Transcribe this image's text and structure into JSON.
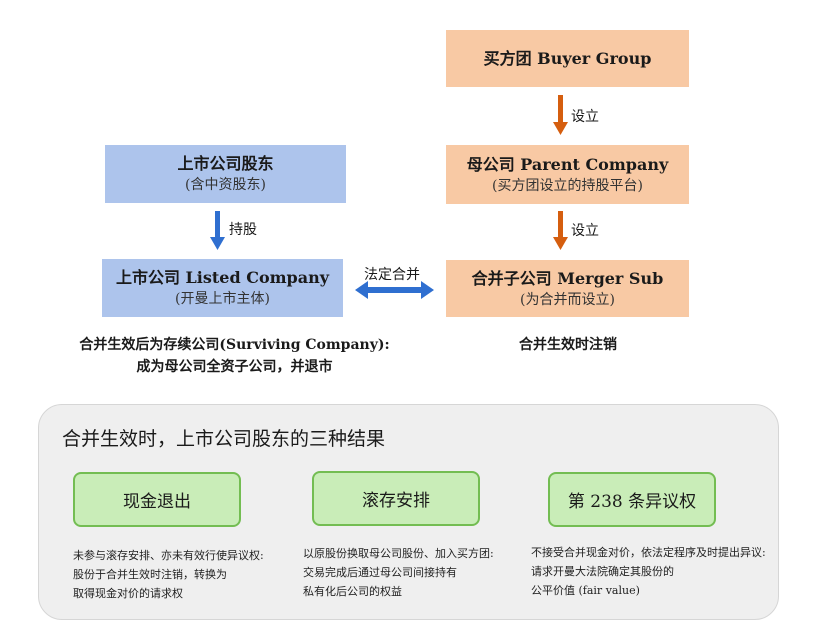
{
  "buyer_group": {
    "title": "买方团  Buyer Group"
  },
  "arrow_setup_1": "设立",
  "parent_company": {
    "title": "母公司  Parent Company",
    "subtitle": "(买方团设立的持股平台)"
  },
  "arrow_setup_2": "设立",
  "merger_sub": {
    "title": "合并子公司 Merger Sub",
    "subtitle": "(为合并而设立)"
  },
  "shareholders": {
    "title": "上市公司股东",
    "subtitle": "(含中资股东)"
  },
  "arrow_holding": "持股",
  "listed_company": {
    "title": "上市公司 Listed Company",
    "subtitle": "(开曼上市主体)"
  },
  "statutory_merger": "法定合并",
  "listed_note": [
    "合并生效后为存续公司(Surviving Company):",
    "成为母公司全资子公司，并退市"
  ],
  "merger_sub_note": "合并生效时注销",
  "outcomes": {
    "title": "合并生效时，上市公司股东的三种结果",
    "items": [
      {
        "label": "现金退出",
        "desc": [
          "未参与滚存安排、亦未有效行使异议权:",
          "股份于合并生效时注销，转换为",
          "取得现金对价的请求权"
        ]
      },
      {
        "label": "滚存安排",
        "desc": [
          "以原股份换取母公司股份、加入买方团:",
          "交易完成后通过母公司间接持有",
          "私有化后公司的权益"
        ]
      },
      {
        "label": "第 238 条异议权",
        "desc": [
          "不接受合并现金对价，依法定程序及时提出异议:",
          "请求开曼大法院确定其股份的",
          "公平价值    (fair value)"
        ]
      }
    ]
  },
  "colors": {
    "orange_box": "#f8c9a4",
    "blue_box": "#adc4ec",
    "arrow_orange": "#d55e0f",
    "arrow_blue": "#2f6fd0",
    "green_box": "#c9edb8",
    "green_border": "#73bd52"
  },
  "icons": [
    "arrow-down-icon",
    "double-arrow-icon"
  ]
}
